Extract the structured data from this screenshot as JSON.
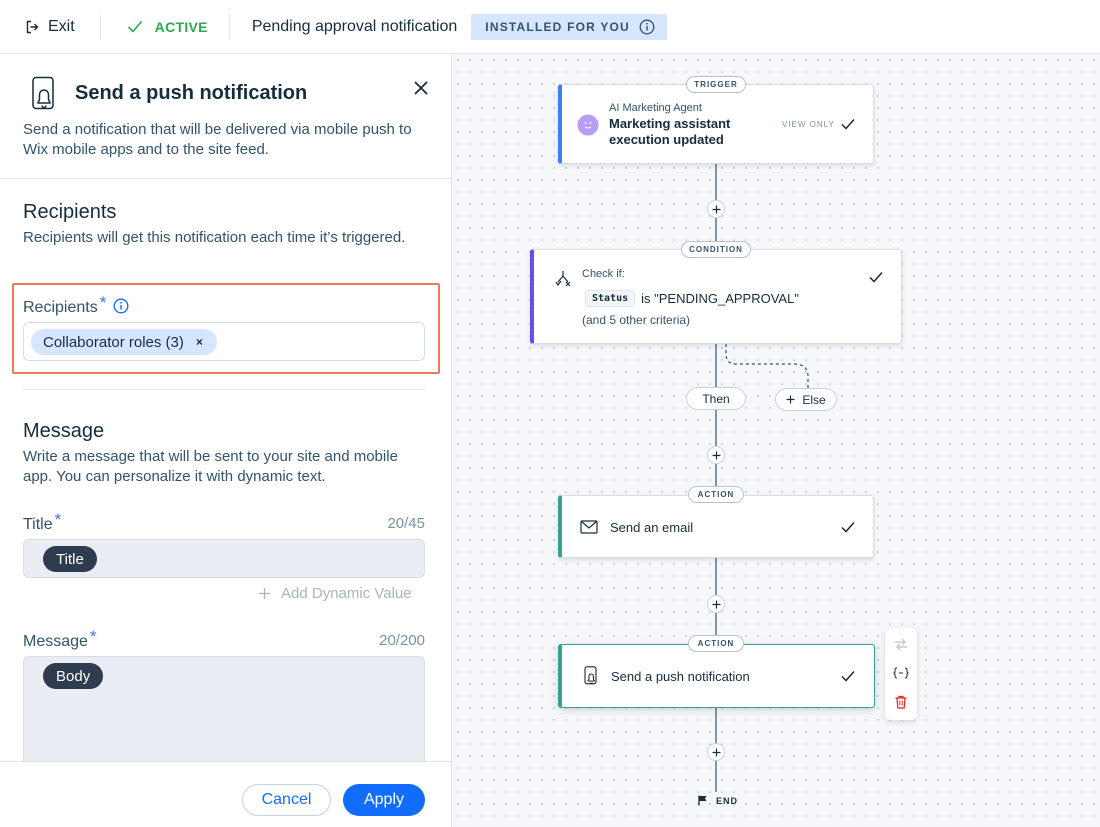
{
  "topbar": {
    "exit_label": "Exit",
    "status_label": "ACTIVE",
    "automation_name": "Pending approval notification",
    "installed_badge": "INSTALLED FOR YOU"
  },
  "panel": {
    "title": "Send a push notification",
    "description": "Send a notification that will be delivered via mobile push to Wix mobile apps and to the site feed.",
    "recipients": {
      "section_title": "Recipients",
      "section_desc": "Recipients will get this notification each time it’s triggered.",
      "field_label": "Recipients",
      "required_mark": "*",
      "chip_label": "Collaborator roles (3)",
      "chip_remove": "×"
    },
    "message": {
      "section_title": "Message",
      "section_desc": "Write a message that will be sent to your site and mobile app. You can personalize it with dynamic text.",
      "title_label": "Title",
      "title_counter": "20/45",
      "title_pill": "Title",
      "add_dynamic": "Add Dynamic Value",
      "message_label": "Message",
      "message_counter": "20/200",
      "message_pill": "Body"
    },
    "footer": {
      "cancel": "Cancel",
      "apply": "Apply"
    }
  },
  "canvas": {
    "trigger": {
      "tag": "TRIGGER",
      "app": "AI Marketing Agent",
      "title_line1": "Marketing assistant",
      "title_line2": "execution updated",
      "view_only": "VIEW ONLY"
    },
    "condition": {
      "tag": "CONDITION",
      "check_if": "Check if:",
      "field": "Status",
      "clause": "is \"PENDING_APPROVAL\"",
      "more": "(and 5 other criteria)",
      "then": "Then",
      "else": "Else"
    },
    "action1": {
      "tag": "ACTION",
      "title": "Send an email"
    },
    "action2": {
      "tag": "ACTION",
      "title": "Send a push notification"
    },
    "end": "END"
  },
  "colors": {
    "accent": "#116dff",
    "active_green": "#2ca94e",
    "trigger_blue": "#3a7ff6",
    "condition_purple": "#6c4be8",
    "action_teal": "#38a290",
    "highlight_box": "#ec7a5a",
    "delete_red": "#e62214"
  },
  "icons": {
    "exit": "exit-icon",
    "active": "check-icon",
    "installed_info": "info-icon",
    "panel_header": "mobile-bell-icon",
    "close": "close-icon",
    "trigger_app": "ai-agent-avatar-icon",
    "condition": "split-branch-icon",
    "email": "envelope-icon",
    "push": "mobile-bell-icon",
    "end": "flag-icon",
    "toolbox": [
      "swap-icon",
      "dynamic-value-icon",
      "trash-icon"
    ]
  }
}
